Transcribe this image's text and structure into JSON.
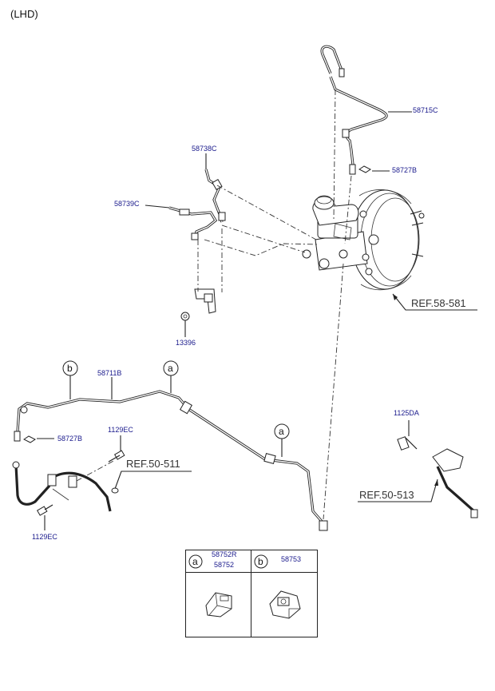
{
  "header": {
    "variant": "(LHD)"
  },
  "parts": {
    "p58715C": "58715C",
    "p58727B_top": "58727B",
    "p58738C": "58738C",
    "p58739C": "58739C",
    "p13396": "13396",
    "p58711B": "58711B",
    "p58727B_left": "58727B",
    "p1129EC_top": "1129EC",
    "p1129EC_bottom": "1129EC",
    "p1125DA": "1125DA"
  },
  "refs": {
    "ref_58_581": "REF.58-581",
    "ref_50_511": "REF.50-511",
    "ref_50_513": "REF.50-513"
  },
  "callouts": {
    "a": "a",
    "b": "b"
  },
  "legend": {
    "cell_a": {
      "letter": "a",
      "part1": "58752R",
      "part2": "58752"
    },
    "cell_b": {
      "letter": "b",
      "part1": "58753"
    }
  }
}
